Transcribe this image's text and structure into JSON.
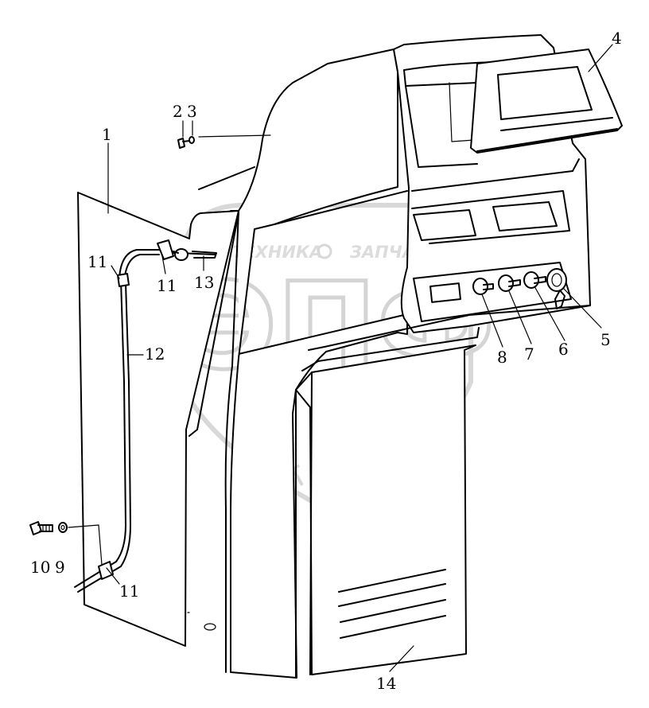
{
  "watermark": {
    "left_word": "ТЕХНИКА",
    "right_word": "ЗАПЧАСТИ",
    "logo_text": "ЭПФ"
  },
  "callouts": [
    {
      "id": "1",
      "text": "1"
    },
    {
      "id": "2",
      "text": "2"
    },
    {
      "id": "3",
      "text": "3"
    },
    {
      "id": "4",
      "text": "4"
    },
    {
      "id": "5",
      "text": "5"
    },
    {
      "id": "6",
      "text": "6"
    },
    {
      "id": "7",
      "text": "7"
    },
    {
      "id": "8",
      "text": "8"
    },
    {
      "id": "9",
      "text": "9"
    },
    {
      "id": "10",
      "text": "10"
    },
    {
      "id": "11a",
      "text": "11"
    },
    {
      "id": "11b",
      "text": "11"
    },
    {
      "id": "11c",
      "text": "11"
    },
    {
      "id": "12",
      "text": "12"
    },
    {
      "id": "13",
      "text": "13"
    },
    {
      "id": "14",
      "text": "14"
    }
  ]
}
